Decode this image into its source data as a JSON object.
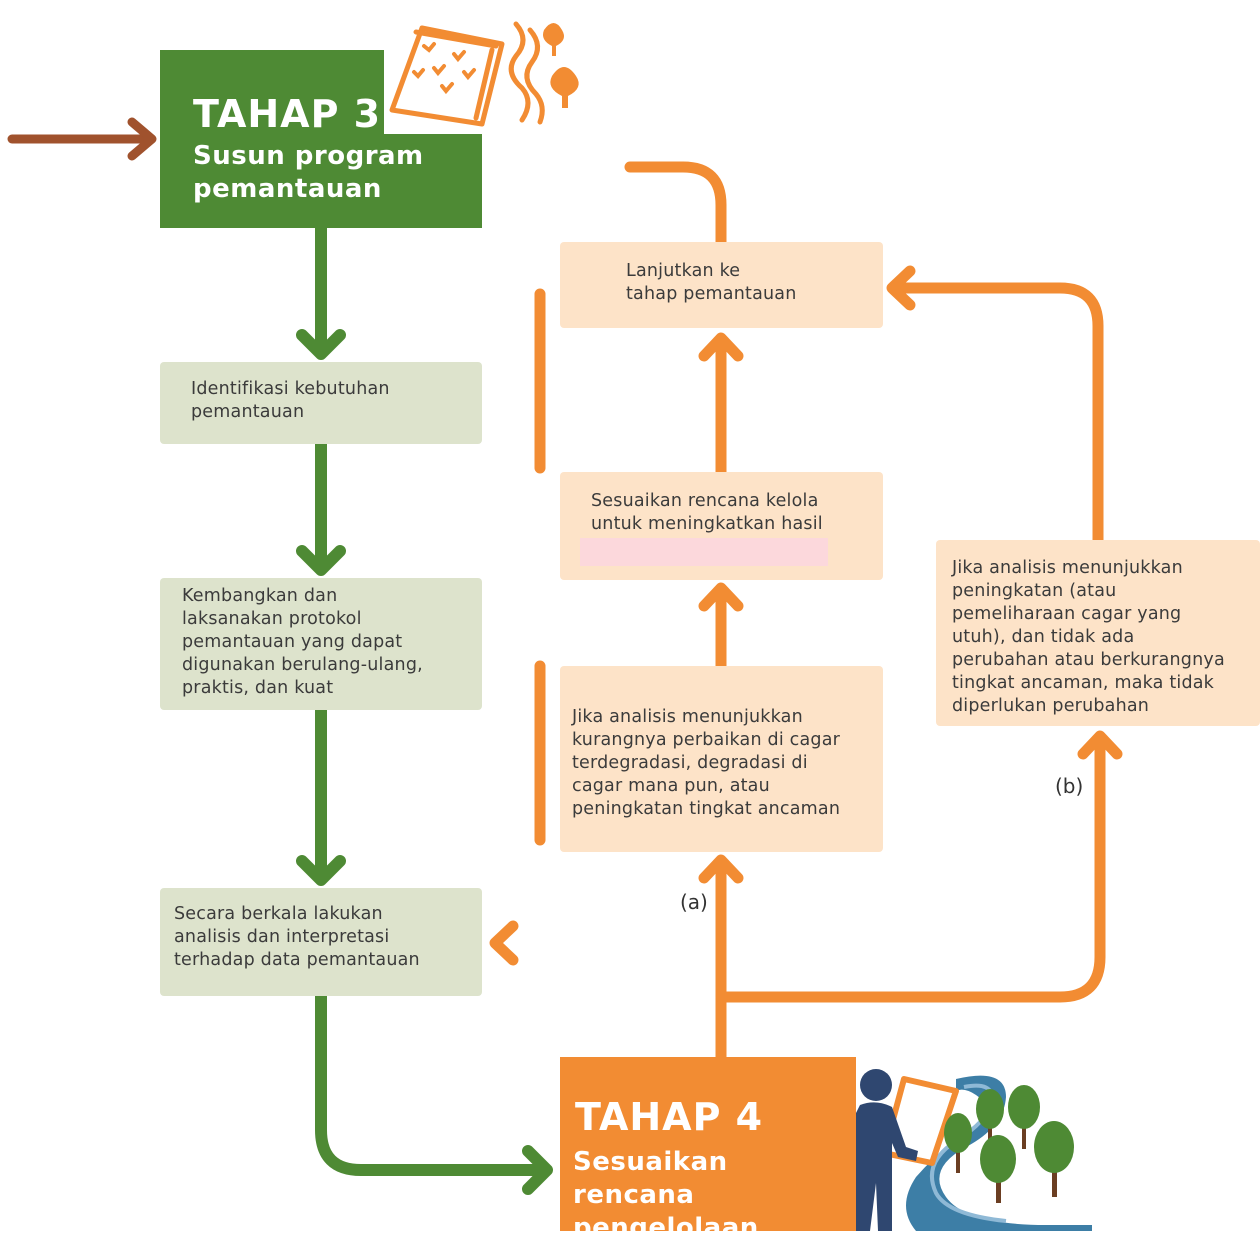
{
  "stage3": {
    "title": "TAHAP 3",
    "subtitle": "Susun program\npemantauan"
  },
  "stage4": {
    "title": "TAHAP 4",
    "subtitle": "Sesuaikan rencana\npengelolaan"
  },
  "steps_left": [
    "Identifikasi kebutuhan\npemantauan",
    "Kembangkan dan\nlaksanakan protokol\npemantauan yang dapat\ndigunakan berulang-ulang,\npraktis, dan kuat",
    "Secara berkala lakukan\nanalisis dan interpretasi\nterhadap data pemantauan"
  ],
  "continue_box": "Lanjutkan ke\ntahap pemantauan",
  "adjust_box": "Sesuaikan rencana kelola\nuntuk meningkatkan hasil",
  "branch_a_box": "Jika analisis menunjukkan\nkurangnya perbaikan di cagar\nterdegradasi, degradasi di\ncagar mana pun, atau\npeningkatan tingkat ancaman",
  "branch_b_box": "Jika analisis menunjukkan\npeningkatan (atau\npemeliharaan cagar yang\nutuh), dan tidak ada\nperubahan atau berkurangnya\ntingkat ancaman, maka tidak\ndiperlukan perubahan",
  "label_a": "(a)",
  "label_b": "(b)",
  "colors": {
    "green": "#4e8a34",
    "green_light": "#dde3cc",
    "orange": "#f28c33",
    "peach": "#fde3c8",
    "brown": "#a0522d"
  },
  "icons": [
    "clipboard-map-icon",
    "person-river-trees-icon"
  ]
}
